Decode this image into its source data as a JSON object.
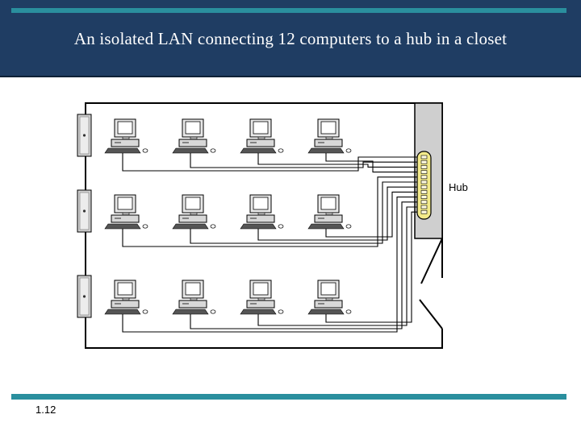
{
  "slide": {
    "title": "An isolated LAN connecting 12 computers to a hub in a closet",
    "page_number": "1.12"
  },
  "diagram": {
    "hub_label": "Hub",
    "computer_count": 12,
    "rows": 3,
    "computers_per_row": 4,
    "wall_jack_count": 3
  },
  "colors": {
    "header_bg": "#1f3d63",
    "accent_stripe": "#2a8f9e",
    "hub_fill": "#f3ea8a",
    "closet_fill": "#cfcfcf"
  }
}
